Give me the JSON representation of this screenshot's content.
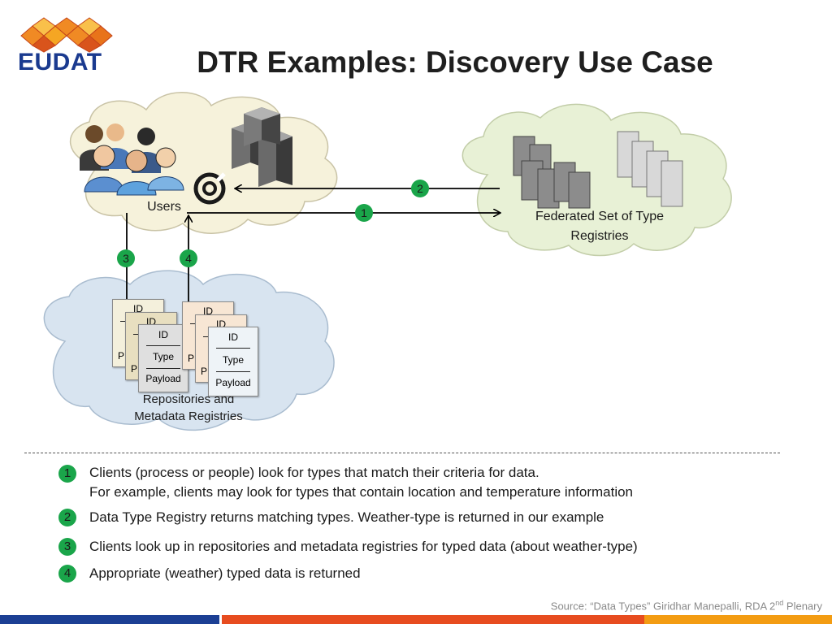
{
  "logo": {
    "text": "EUDAT"
  },
  "title": "DTR Examples: Discovery Use Case",
  "diagram": {
    "users_label": "Users",
    "dtr_label_line1": "Federated Set of Type",
    "dtr_label_line2": "Registries",
    "repo_label_line1": "Repositories and",
    "repo_label_line2": "Metadata Registries",
    "arrow_labels": [
      "1",
      "2",
      "3",
      "4"
    ],
    "card_fields": {
      "id": "ID",
      "type": "Type",
      "payload": "Payload",
      "truncated": "P"
    }
  },
  "steps": [
    {
      "num": "1",
      "line1": "Clients (process or people) look for types that match their criteria for data.",
      "line2": "For example, clients may look for types that contain location and temperature information"
    },
    {
      "num": "2",
      "line1": "Data Type Registry returns matching types. Weather-type is returned in our example"
    },
    {
      "num": "3",
      "line1": "Clients look up in repositories and metadata registries for typed data (about weather-type)"
    },
    {
      "num": "4",
      "line1": "Appropriate (weather) typed data is returned"
    }
  ],
  "source": {
    "prefix": "Source: “Data Types” Giridhar Manepalli, RDA 2",
    "sup": "nd",
    "suffix": " Plenary"
  },
  "colors": {
    "badge_green": "#1aa54a",
    "logo_blue": "#1a3a8f",
    "cloud_top": "#f6f2db",
    "cloud_right": "#e8f1d6",
    "cloud_bottom": "#d8e4f0",
    "footer": [
      "#1c3f94",
      "#e74c1f",
      "#f39c12"
    ]
  }
}
